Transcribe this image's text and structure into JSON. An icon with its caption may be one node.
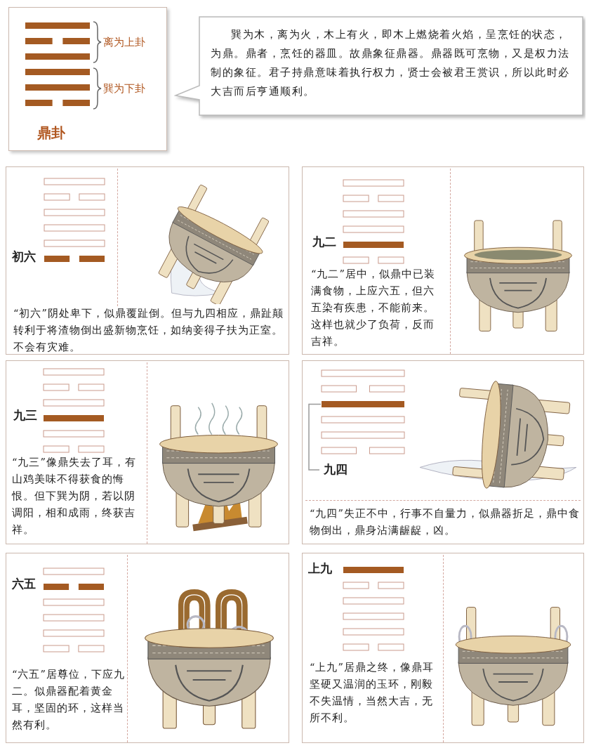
{
  "diagram": {
    "nodes": [
      {
        "text": [
          "离为上卦",
          "巽为下卦",
          "鼎卦"
        ]
      },
      {
        "text": [
          "巽为木，离为火，木上有火，即木上燃烧着火焰，呈烹饪的状态，为鼎。鼎者，烹饪的器皿。故鼎象征鼎器。鼎器既可烹物，又是权力法制的象征。君子持鼎意味着执行权力，贤士会被君王赏识，所以此时必大吉而后亨通顺利。"
        ]
      },
      {
        "text": [
          "初六",
          "“初六”阴处卑下，似鼎覆趾倒。但与九四相应，鼎趾颠转利于将渣物倒出盛新物烹饪，如纳妾得子扶为正室。不会有灾难。"
        ]
      },
      {
        "text": [
          "九二",
          "“九二”居中，似鼎中已装满食物，上应六五，但六五染有疾患，不能前来。这样也就少了负荷，反而吉祥。"
        ]
      },
      {
        "text": [
          "九三",
          "“九三”像鼎失去了耳，有山鸡美味不得获食的悔恨。但下巽为阴，若以阴调阳，相和成雨，终获吉祥。"
        ]
      },
      {
        "text": [
          "九四",
          "“九四”失正不中，行事不自量力，似鼎器折足，鼎中食物倒出，鼎身沾满龌龊，凶。"
        ]
      },
      {
        "text": [
          "六五",
          "“六五”居尊位，下应九二。似鼎器配着黄金耳，坚固的环，这样当然有利。"
        ]
      },
      {
        "text": [
          "上九",
          "“上九”居鼎之终，像鼎耳坚硬又温润的玉环，刚毅不失温情，当然大吉，无所不利。"
        ]
      }
    ]
  }
}
